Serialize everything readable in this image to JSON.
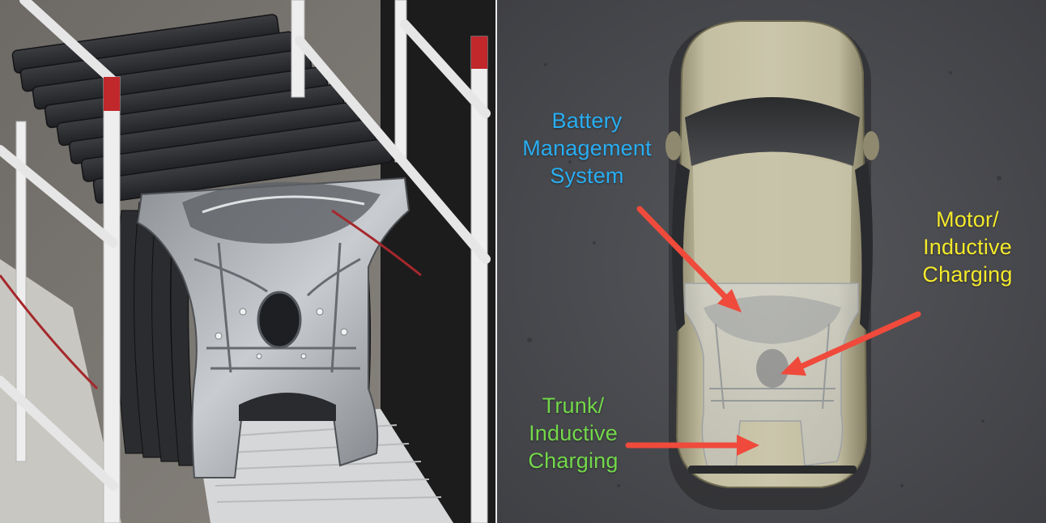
{
  "colors": {
    "bms_label": "#29aef2",
    "motor_label": "#f3e92b",
    "trunk_label": "#73d84a",
    "arrow": "#ef4a3b",
    "asphalt": "#4a4b50",
    "car_body": "#b8b294"
  },
  "left_photo": {
    "description": "stacked-gigacasting-parts-rack"
  },
  "right_photo": {
    "labels": {
      "bms": [
        "Battery",
        "Management",
        "System"
      ],
      "motor": [
        "Motor/",
        "Inductive",
        "Charging"
      ],
      "trunk": [
        "Trunk/",
        "Inductive",
        "Charging"
      ]
    }
  }
}
